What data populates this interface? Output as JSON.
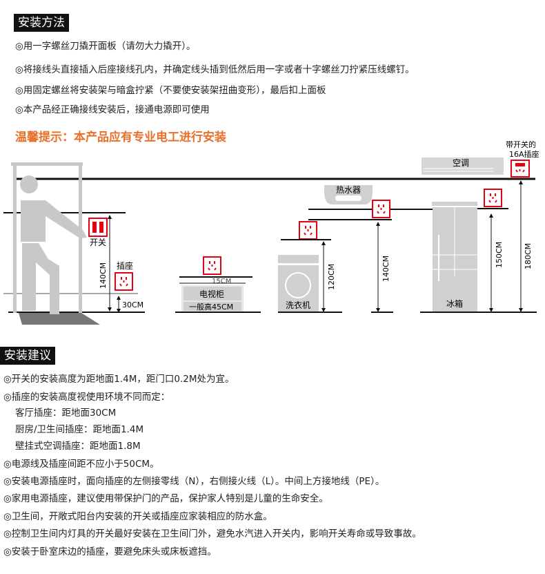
{
  "section1": {
    "title": "安装方法",
    "bullet": "◎",
    "items": [
      "用一字螺丝刀撬开面板（请勿大力撬开）。",
      "将接线头直接插入后座接线孔内，并确定线头插到低然后用一字或者十字螺丝刀拧紧压线螺钉。",
      "用固定螺丝将安装架与暗盒拧紧（不要使安装架扭曲变形），最后扣上面板",
      "本产品经正确接线安装后，接通电源即可使用"
    ],
    "warning": "温馨提示：本产品应有专业电工进行安装"
  },
  "diagram": {
    "switch_label": "开关",
    "socket_label": "插座",
    "h_switch": "140CM",
    "h_socket": "30CM",
    "tv_gap": "15CM",
    "tv_cabinet": "电视柜",
    "tv_height": "一般高45CM",
    "washer": "洗衣机",
    "h_washer": "120CM",
    "water_heater": "热水器",
    "h_kitchen": "140CM",
    "fridge": "冰箱",
    "h_fridge": "150CM",
    "ac": "空调",
    "ac_socket_line1": "带开关的",
    "ac_socket_line2": "16A插座",
    "h_ac": "180CM",
    "colors": {
      "socket": "#e60012",
      "gray": "#cccccc",
      "line": "#111111"
    }
  },
  "section2": {
    "title": "安装建议",
    "bullet": "◎",
    "items": [
      {
        "text": "开关的安装高度为距地面1.4M，距门口0.2M处为宜。",
        "bullet": true
      },
      {
        "text": "插座的安装高度视使用环境不同而定：",
        "bullet": true
      },
      {
        "text": "客厅插座：距地面30CM",
        "bullet": false
      },
      {
        "text": "厨房/卫生间插座：距地面1.4M",
        "bullet": false
      },
      {
        "text": "壁挂式空调插座：距地面1.8M",
        "bullet": false
      },
      {
        "text": "电源线及插座间距不应小于50CM。",
        "bullet": true
      },
      {
        "text": "安装电源插座时，面向插座的左侧接零线（N），右侧接火线（L）。中间上方接地线（PE）。",
        "bullet": true
      },
      {
        "text": "家用电源插座，建议使用带保护门的产品，保护家人特别是儿童的生命安全。",
        "bullet": true
      },
      {
        "text": "卫生间，开敞式阳台内安装的开关或插座应家装相应的防水盒。",
        "bullet": true
      },
      {
        "text": "控制卫生间内灯具的开关最好安装在卫生间门外，避免水汽进入开关内，影响开关寿命或导致事故。",
        "bullet": true
      },
      {
        "text": "安装于卧室床边的插座，要避免床头或床板遮挡。",
        "bullet": true
      }
    ]
  }
}
